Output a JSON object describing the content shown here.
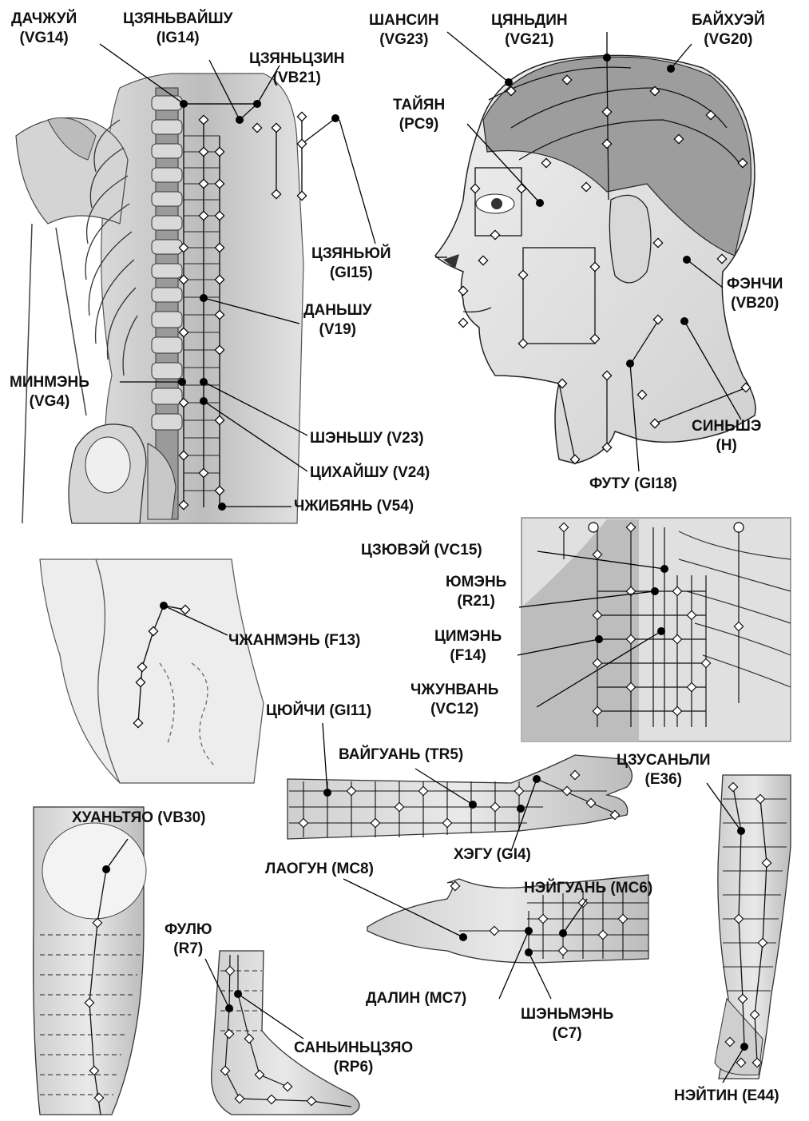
{
  "colors": {
    "skin_light": "#e6e6e6",
    "skin_mid": "#bdbdbd",
    "skin_dark": "#8c8c8c",
    "line": "#111111",
    "point": "#000000",
    "marker": "#ffffff"
  },
  "labels": [
    {
      "id": "dazhui",
      "name": "ДАЧЖУЙ",
      "code": "(VG14)"
    },
    {
      "id": "jianwaishu",
      "name": "ЦЗЯНЬВАЙШУ",
      "code": "(IG14)"
    },
    {
      "id": "jianjing",
      "name": "ЦЗЯНЬЦЗИН",
      "code": "(VB21)"
    },
    {
      "id": "shangxing",
      "name": "ШАНСИН",
      "code": "(VG23)"
    },
    {
      "id": "qianding",
      "name": "ЦЯНЬДИН",
      "code": "(VG21)"
    },
    {
      "id": "baihui",
      "name": "БАЙХУЭЙ",
      "code": "(VG20)"
    },
    {
      "id": "taiyang",
      "name": "ТАЙЯН",
      "code": "(PC9)"
    },
    {
      "id": "jianyu",
      "name": "ЦЗЯНЬЮЙ",
      "code": "(GI15)"
    },
    {
      "id": "danshu",
      "name": "ДАНЬШУ",
      "code": "(V19)"
    },
    {
      "id": "fengchi",
      "name": "ФЭНЧИ",
      "code": "(VB20)"
    },
    {
      "id": "mingmen",
      "name": "МИНМЭНЬ",
      "code": "(VG4)"
    },
    {
      "id": "shenshu",
      "name": "ШЭНЬШУ (V23)",
      "code": ""
    },
    {
      "id": "qihaishu",
      "name": "ЦИХАЙШУ (V24)",
      "code": ""
    },
    {
      "id": "zhibian",
      "name": "ЧЖИБЯНЬ (V54)",
      "code": ""
    },
    {
      "id": "xinshe",
      "name": "СИНЬШЭ",
      "code": "(H)"
    },
    {
      "id": "futu",
      "name": "ФУТУ (GI18)",
      "code": ""
    },
    {
      "id": "jiuwei",
      "name": "ЦЗЮВЭЙ (VC15)",
      "code": ""
    },
    {
      "id": "youmen",
      "name": "ЮМЭНЬ",
      "code": "(R21)"
    },
    {
      "id": "zhangmen",
      "name": "ЧЖАНМЭНЬ (F13)",
      "code": ""
    },
    {
      "id": "qimen",
      "name": "ЦИМЭНЬ",
      "code": "(F14)"
    },
    {
      "id": "zhongwan",
      "name": "ЧЖУНВАНЬ",
      "code": "(VC12)"
    },
    {
      "id": "quchi",
      "name": "ЦЮЙЧИ (GI11)",
      "code": ""
    },
    {
      "id": "waiguan",
      "name": "ВАЙГУАНЬ (TR5)",
      "code": ""
    },
    {
      "id": "zusanli",
      "name": "ЦЗУСАНЬЛИ",
      "code": "(E36)"
    },
    {
      "id": "huantiao",
      "name": "ХУАНЬТЯО (VB30)",
      "code": ""
    },
    {
      "id": "hegu",
      "name": "ХЭГУ (GI4)",
      "code": ""
    },
    {
      "id": "laogong",
      "name": "ЛАОГУН (МС8)",
      "code": ""
    },
    {
      "id": "neiguan",
      "name": "НЭЙГУАНЬ (МС6)",
      "code": ""
    },
    {
      "id": "fuliu",
      "name": "ФУЛЮ",
      "code": "(R7)"
    },
    {
      "id": "daling",
      "name": "ДАЛИН (МС7)",
      "code": ""
    },
    {
      "id": "shenmen",
      "name": "ШЭНЬМЭНЬ",
      "code": "(C7)"
    },
    {
      "id": "sanyinjiao",
      "name": "САНЬИНЬЦЗЯО",
      "code": "(RP6)"
    },
    {
      "id": "neiting",
      "name": "НЭЙТИН (E44)",
      "code": ""
    }
  ]
}
